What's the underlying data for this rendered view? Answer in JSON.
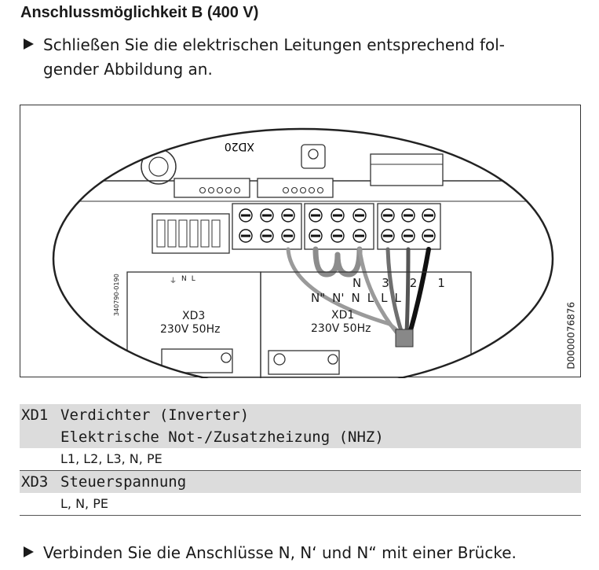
{
  "heading": "Anschlussmöglichkeit B (400 V)",
  "instruction1": {
    "line1": "Schließen Sie die elektrischen Leitungen entsprechend fol-",
    "line2": "gender Abbildung an."
  },
  "figure": {
    "board_label_top": "XD20",
    "xd3_label": "XD3",
    "xd3_spec": "230V 50Hz",
    "xd1_label": "XD1",
    "xd1_spec": "230V 50Hz",
    "side_code": "340790-0190",
    "xd3_terminals": [
      "⏚",
      "N",
      "L"
    ],
    "xd1_upper_terminals": [
      "N",
      "3",
      "2",
      "1"
    ],
    "xd1_lower_terminals": [
      "N\"",
      "N'",
      "N",
      "L",
      "L",
      "L"
    ],
    "doc_id": "D0000076876"
  },
  "legend": {
    "rows": [
      {
        "code": "XD1",
        "lines": [
          "Verdichter (Inverter)",
          "Elektrische Not-/Zusatzheizung (NHZ)"
        ],
        "detail": "L1, L2, L3, N, PE"
      },
      {
        "code": "XD3",
        "lines": [
          "Steuerspannung"
        ],
        "detail": "L, N, PE"
      }
    ]
  },
  "instruction2": "Verbinden Sie die Anschlüsse N, N‘ und N“ mit einer Brücke."
}
